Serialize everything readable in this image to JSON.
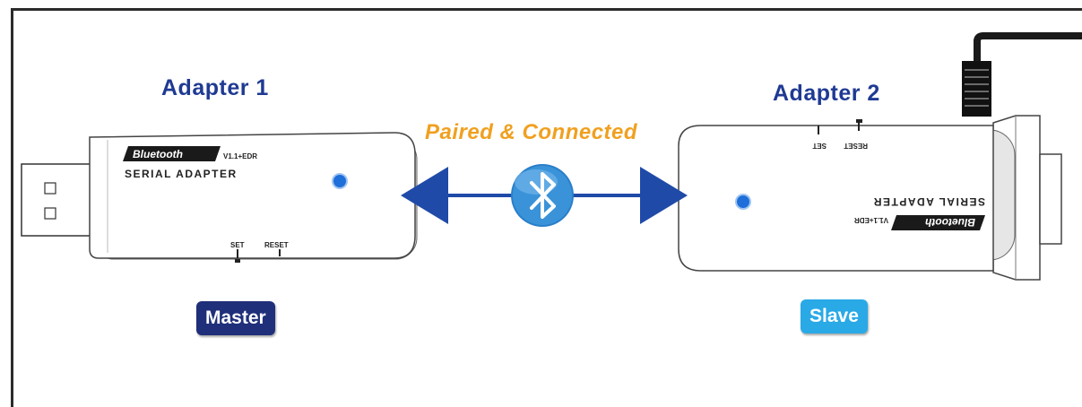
{
  "adapter1": {
    "title": "Adapter 1",
    "role": "Master",
    "brand": "Bluetooth",
    "version": "V1.1+EDR",
    "product": "SERIAL ADAPTER",
    "set_label": "SET",
    "reset_label": "RESET"
  },
  "adapter2": {
    "title": "Adapter 2",
    "role": "Slave",
    "brand": "Bluetooth",
    "version": "V1.1+EDR",
    "product": "SERIAL ADAPTER",
    "set_label": "SET",
    "reset_label": "RESET"
  },
  "link": {
    "label": "Paired & Connected",
    "icon": "bluetooth-icon"
  },
  "colors": {
    "title": "#1f3a93",
    "link_label": "#f0a020",
    "arrow": "#1f4aa8",
    "master_badge": "#1f2f7a",
    "slave_badge": "#29a9e6",
    "led": "#1e6fd9"
  }
}
